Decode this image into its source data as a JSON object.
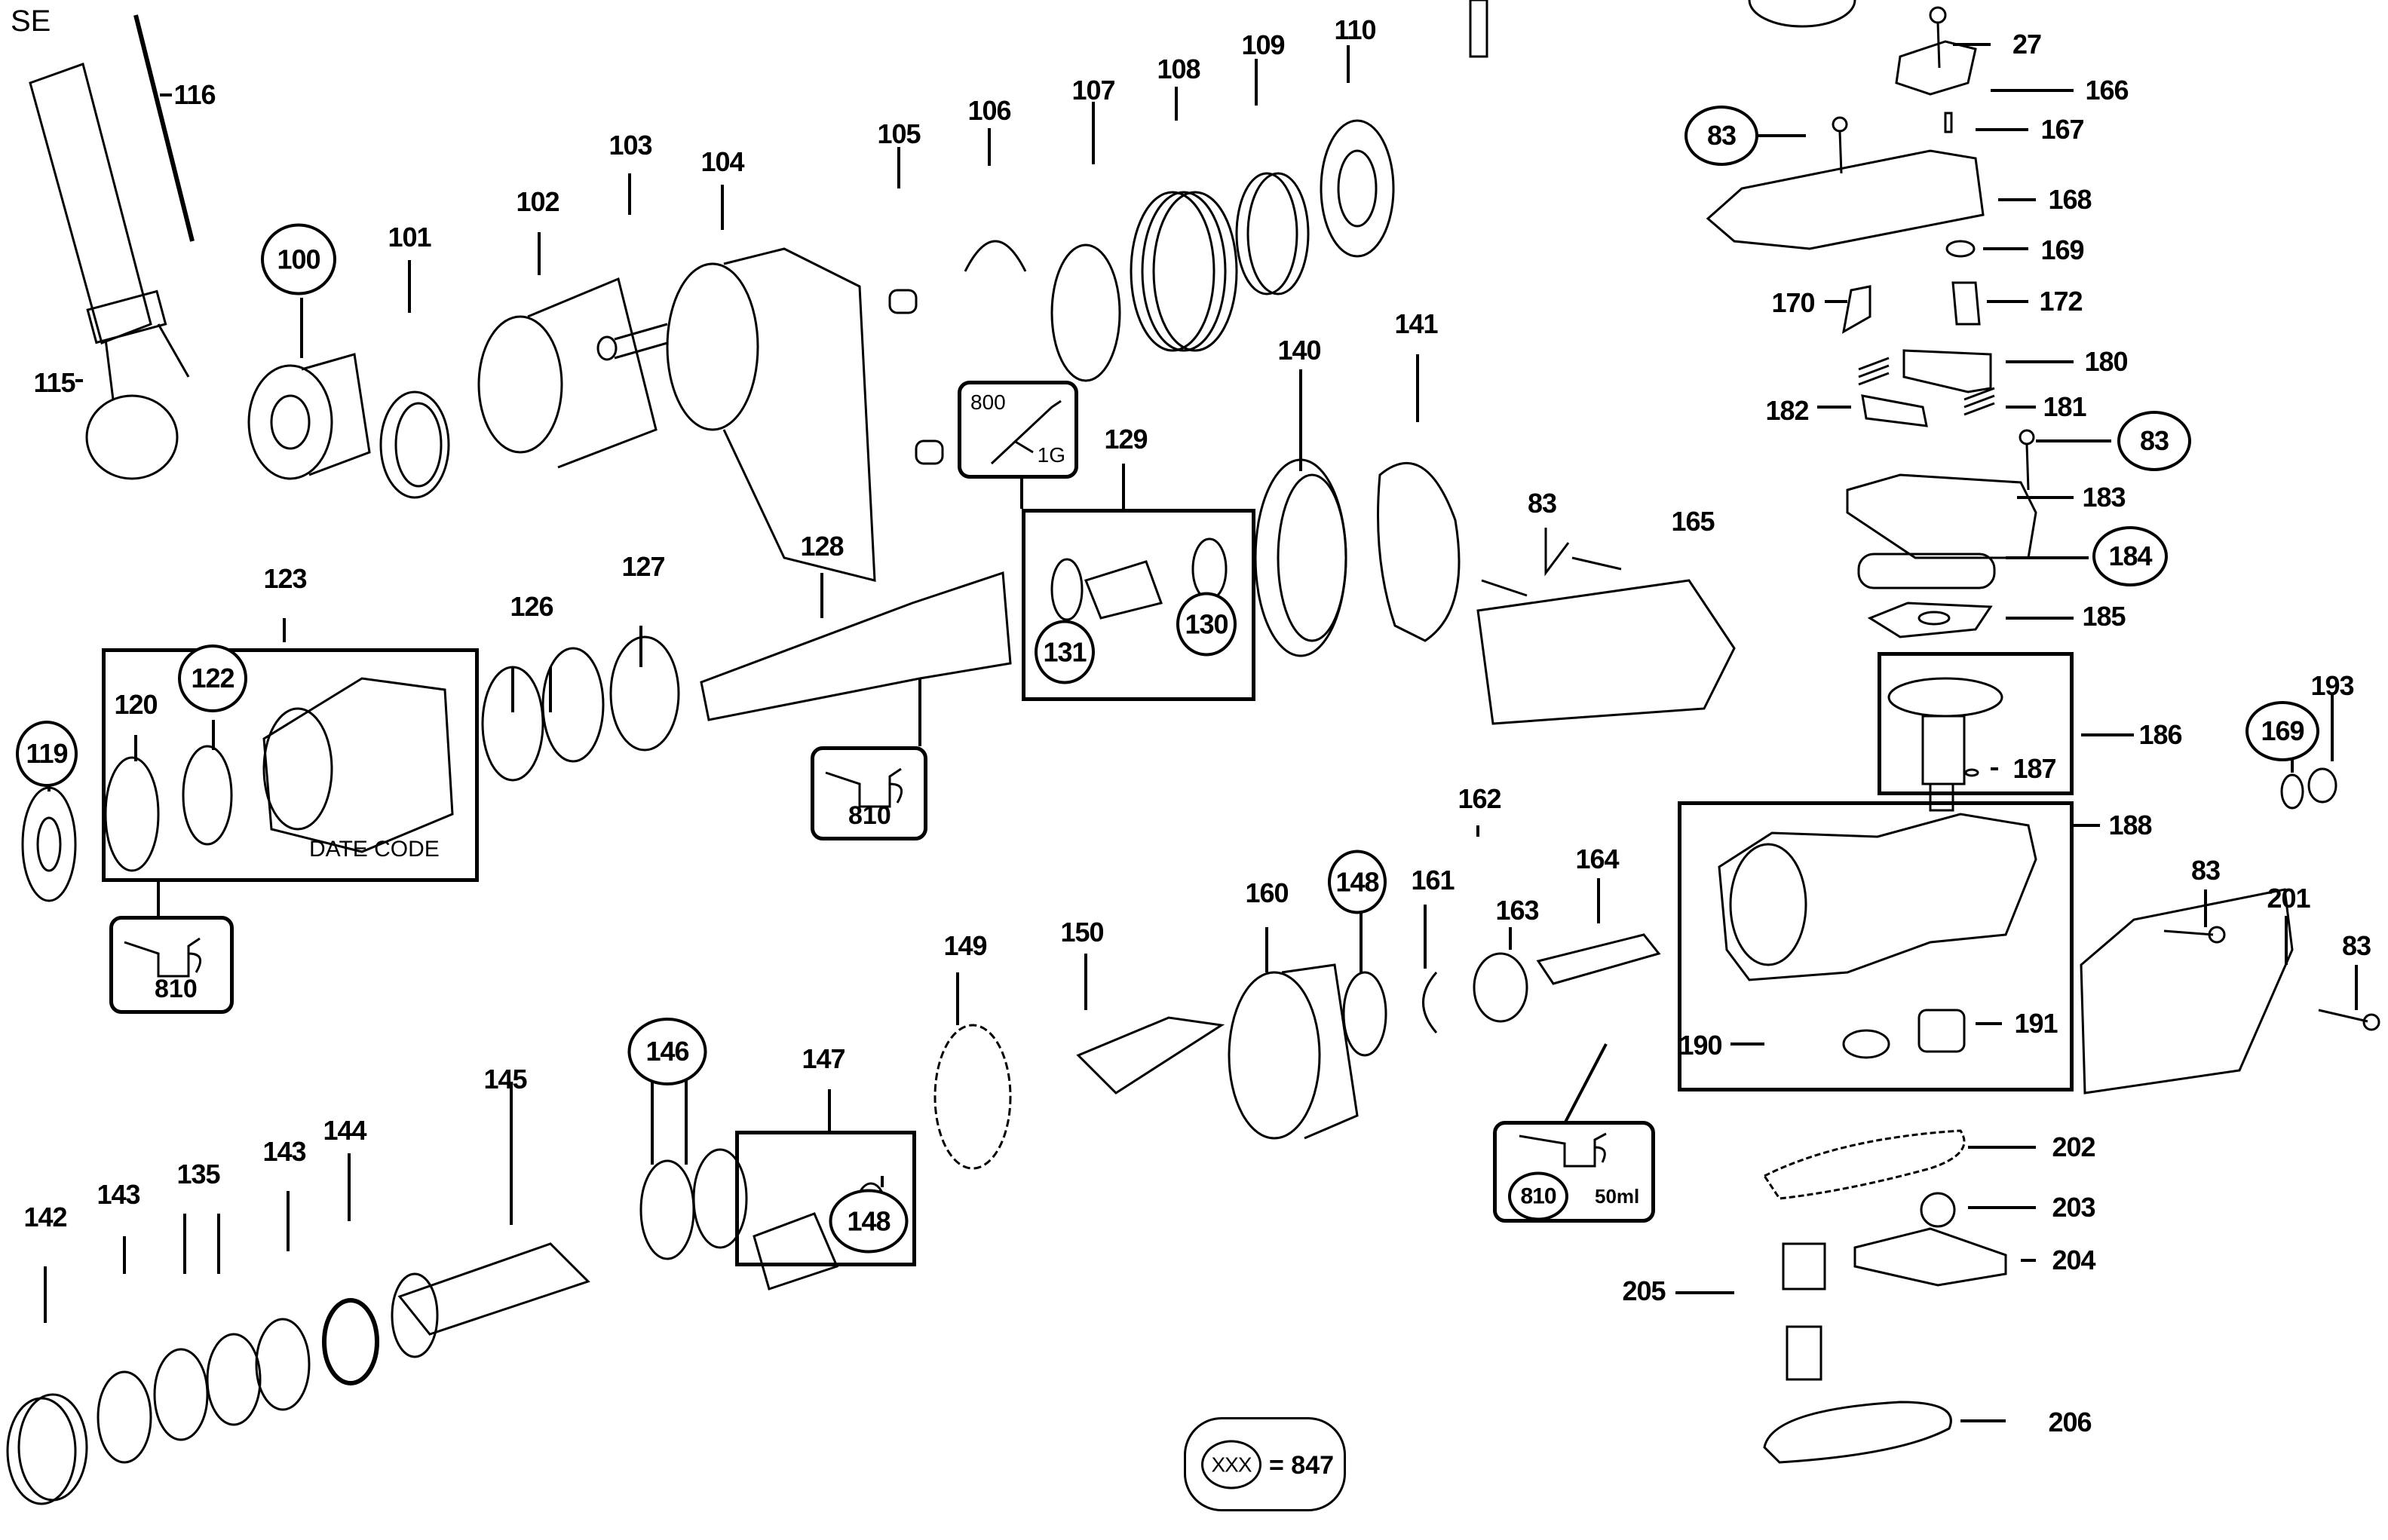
{
  "diagram": {
    "corner_label": "SE",
    "date_code_label": "DATE CODE",
    "legend": {
      "symbol": "XXX",
      "equals": "= 847"
    },
    "lubricant_boxes": [
      {
        "id": "grease-800",
        "code": "800",
        "amount": "1G"
      },
      {
        "id": "oil-810-a",
        "code": "810"
      },
      {
        "id": "oil-810-b",
        "code": "810"
      },
      {
        "id": "oil-810-c",
        "code": "810",
        "amount": "50ml"
      }
    ],
    "labels": [
      {
        "n": "116",
        "circled": false
      },
      {
        "n": "115",
        "circled": false
      },
      {
        "n": "100",
        "circled": true
      },
      {
        "n": "101",
        "circled": false
      },
      {
        "n": "102",
        "circled": false
      },
      {
        "n": "103",
        "circled": false
      },
      {
        "n": "104",
        "circled": false
      },
      {
        "n": "105",
        "circled": false
      },
      {
        "n": "106",
        "circled": false
      },
      {
        "n": "107",
        "circled": false
      },
      {
        "n": "108",
        "circled": false
      },
      {
        "n": "109",
        "circled": false
      },
      {
        "n": "110",
        "circled": false
      },
      {
        "n": "27",
        "circled": false
      },
      {
        "n": "166",
        "circled": false
      },
      {
        "n": "83",
        "circled": true
      },
      {
        "n": "167",
        "circled": false
      },
      {
        "n": "168",
        "circled": false
      },
      {
        "n": "169",
        "circled": false
      },
      {
        "n": "170",
        "circled": false
      },
      {
        "n": "172",
        "circled": false
      },
      {
        "n": "180",
        "circled": false
      },
      {
        "n": "182",
        "circled": false
      },
      {
        "n": "181",
        "circled": false
      },
      {
        "n": "83",
        "circled": true
      },
      {
        "n": "183",
        "circled": false
      },
      {
        "n": "184",
        "circled": true
      },
      {
        "n": "185",
        "circled": false
      },
      {
        "n": "186",
        "circled": false
      },
      {
        "n": "187",
        "circled": false
      },
      {
        "n": "193",
        "circled": false
      },
      {
        "n": "169",
        "circled": true
      },
      {
        "n": "188",
        "circled": false
      },
      {
        "n": "190",
        "circled": false
      },
      {
        "n": "191",
        "circled": false
      },
      {
        "n": "83",
        "circled": false
      },
      {
        "n": "201",
        "circled": false
      },
      {
        "n": "83",
        "circled": false
      },
      {
        "n": "202",
        "circled": false
      },
      {
        "n": "203",
        "circled": false
      },
      {
        "n": "204",
        "circled": false
      },
      {
        "n": "205",
        "circled": false
      },
      {
        "n": "206",
        "circled": false
      },
      {
        "n": "140",
        "circled": false
      },
      {
        "n": "141",
        "circled": false
      },
      {
        "n": "83",
        "circled": false
      },
      {
        "n": "165",
        "circled": false
      },
      {
        "n": "129",
        "circled": false
      },
      {
        "n": "131",
        "circled": true
      },
      {
        "n": "130",
        "circled": true
      },
      {
        "n": "128",
        "circled": false
      },
      {
        "n": "127",
        "circled": false
      },
      {
        "n": "126",
        "circled": false
      },
      {
        "n": "123",
        "circled": false
      },
      {
        "n": "122",
        "circled": true
      },
      {
        "n": "120",
        "circled": false
      },
      {
        "n": "119",
        "circled": true
      },
      {
        "n": "162",
        "circled": false
      },
      {
        "n": "164",
        "circled": false
      },
      {
        "n": "148",
        "circled": true
      },
      {
        "n": "161",
        "circled": false
      },
      {
        "n": "160",
        "circled": false
      },
      {
        "n": "163",
        "circled": false
      },
      {
        "n": "149",
        "circled": false
      },
      {
        "n": "150",
        "circled": false
      },
      {
        "n": "147",
        "circled": false
      },
      {
        "n": "148",
        "circled": true
      },
      {
        "n": "146",
        "circled": true
      },
      {
        "n": "145",
        "circled": false
      },
      {
        "n": "144",
        "circled": false
      },
      {
        "n": "143",
        "circled": false
      },
      {
        "n": "135",
        "circled": false
      },
      {
        "n": "143",
        "circled": false
      },
      {
        "n": "142",
        "circled": false
      }
    ]
  }
}
